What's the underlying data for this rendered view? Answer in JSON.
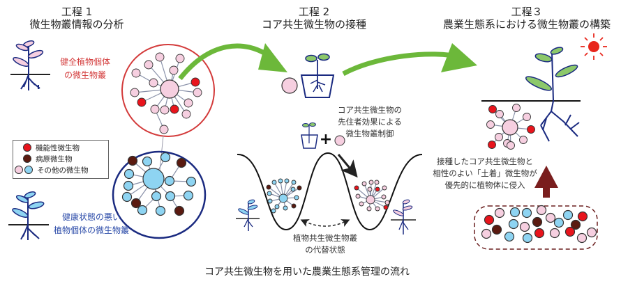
{
  "steps": [
    {
      "title_line1": "工程 1",
      "title_line2": "微生物叢情報の分析"
    },
    {
      "title_line1": "工程 2",
      "title_line2": "コア共生微生物の接種"
    },
    {
      "title_line1": "工程３",
      "title_line2": "農業生態系における微生物叢の構築"
    }
  ],
  "step1": {
    "healthy_label_line1": "健全植物個体",
    "healthy_label_line2": "の微生物叢",
    "unhealthy_label_line1": "健康状態の悪い",
    "unhealthy_label_line2": "植物個体の微生物叢"
  },
  "legend": {
    "items": [
      {
        "label": "機能性微生物",
        "colors": [
          "#e8141c"
        ]
      },
      {
        "label": "病原微生物",
        "colors": [
          "#5a1a10"
        ]
      },
      {
        "label": "その他の微生物",
        "colors": [
          "#f6cfe0",
          "#8ed4f2"
        ]
      }
    ]
  },
  "step2": {
    "priority_effect_line1": "コア共生微生物の",
    "priority_effect_line2": "先住者効果による",
    "priority_effect_line3": "微生物叢制御",
    "plus_sign": "+",
    "alt_state_line1": "植物共生微生物叢",
    "alt_state_line2": "の代替状態"
  },
  "step3": {
    "invasion_line1": "接種したコア共生微生物と",
    "invasion_line2": "相性のよい「土着」微生物が",
    "invasion_line3": "優先的に植物体に侵入"
  },
  "caption": "コア共生微生物を用いた農業生態系管理の流れ",
  "colors": {
    "functional": "#e8141c",
    "pathogen": "#5a1a10",
    "other_pink": "#f6cfe0",
    "other_blue": "#8ed4f2",
    "healthy_ring": "#d33a3a",
    "unhealthy_ring": "#1a2a80",
    "arrow_green": "#6cb83a",
    "arrow_brown": "#7a1e1e",
    "sun": "#e8261c"
  }
}
